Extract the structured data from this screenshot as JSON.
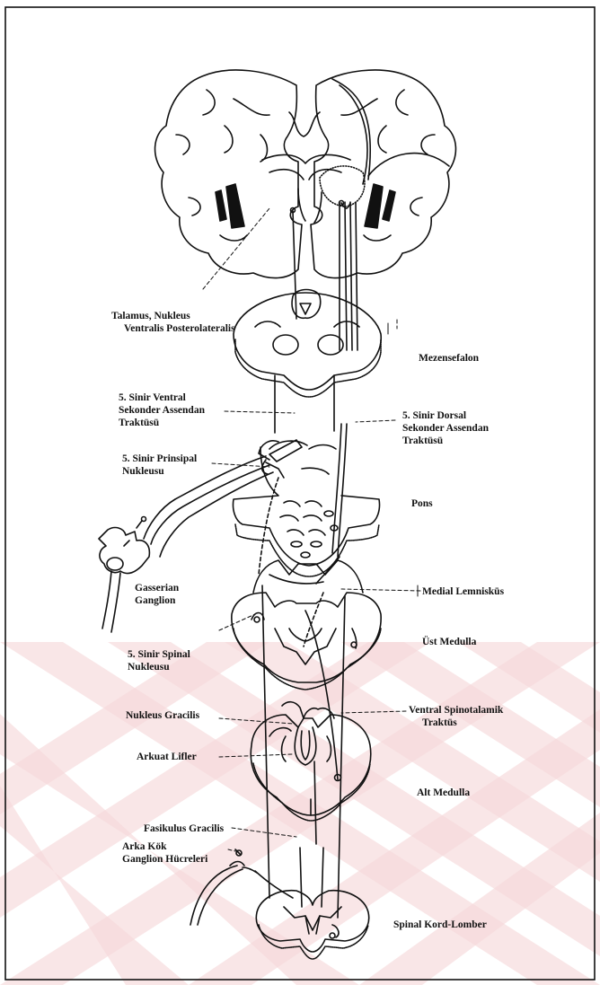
{
  "labels": {
    "talamus_1": "Talamus, Nukleus",
    "talamus_2": "Ventralis Posterolateralis",
    "mezensefalon": "Mezensefalon",
    "ventral_1": "5. Sinir Ventral",
    "ventral_2": "Sekonder Assendan",
    "ventral_3": "Traktüsü",
    "dorsal_1": "5. Sinir Dorsal",
    "dorsal_2": "Sekonder Assendan",
    "dorsal_3": "Traktüsü",
    "prinsipal_1": "5. Sinir Prinsipal",
    "prinsipal_2": "Nukleusu",
    "pons": "Pons",
    "gasserian_1": "Gasserian",
    "gasserian_2": "Ganglion",
    "medial_lemniskus": "Medial Lemniskūs",
    "ust_medulla": "Üst Medulla",
    "spinal_1": "5. Sinir Spinal",
    "spinal_2": "Nukleusu",
    "gracilis": "Nukleus Gracilis",
    "vst_1": "Ventral Spinotalamik",
    "vst_2": "Traktüs",
    "arkuat": "Arkuat Lifler",
    "alt_medulla": "Alt Medulla",
    "fasikulus": "Fasikulus Gracilis",
    "arka_1": "Arka Kök",
    "arka_2": "Ganglion Hücreleri",
    "spinal_kord": "Spinal Kord-Lomber"
  },
  "colors": {
    "ink": "#111111",
    "watermark": "#f6d8da",
    "background": "#ffffff"
  }
}
